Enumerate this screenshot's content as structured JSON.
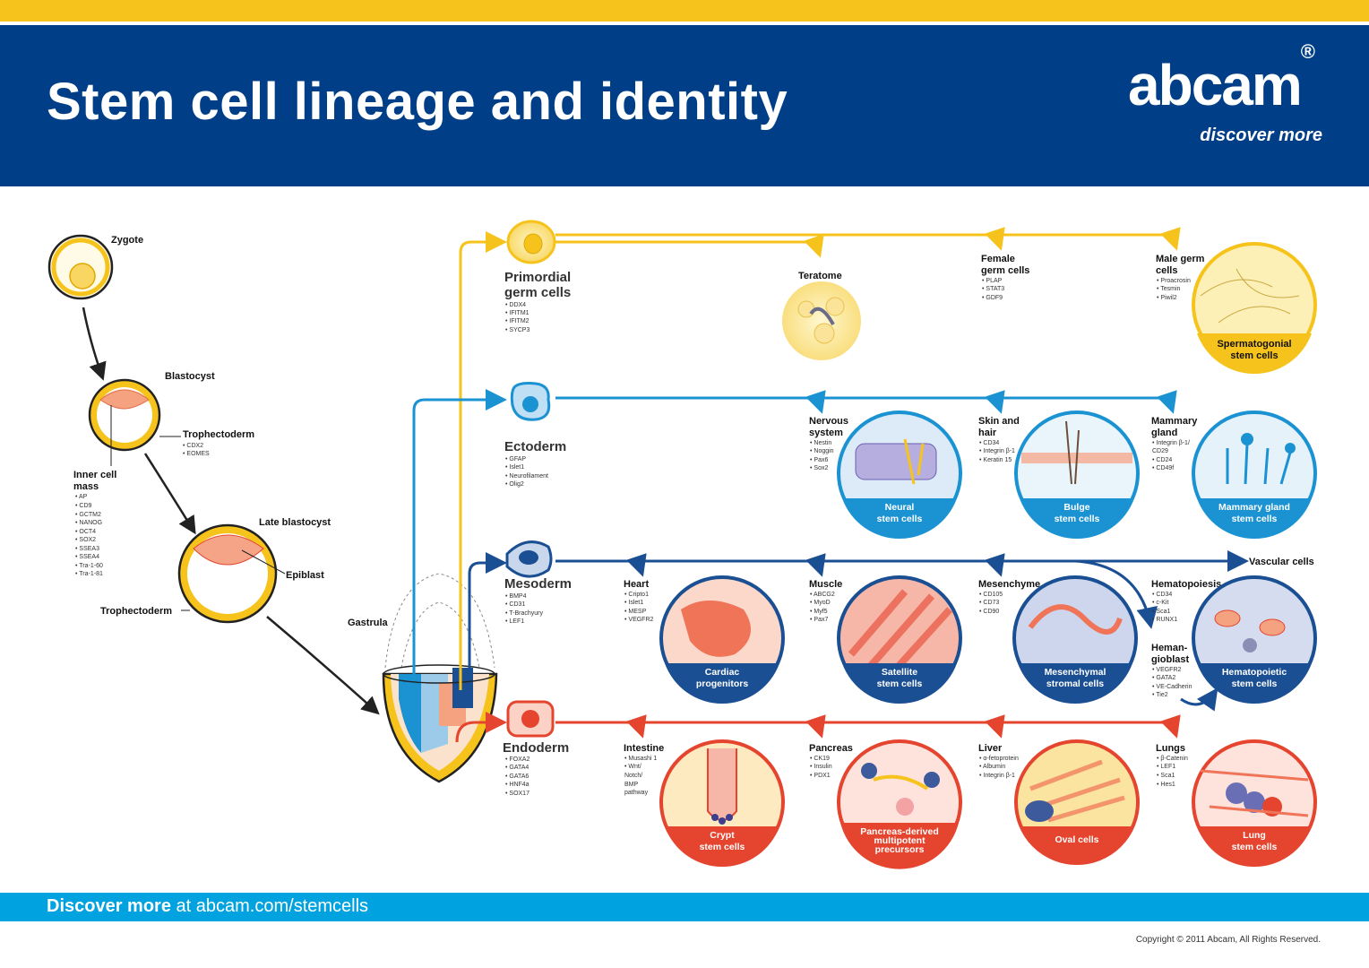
{
  "header": {
    "title": "Stem cell lineage and identity",
    "logo": "abcam",
    "logo_mark": "®",
    "tagline": "discover more"
  },
  "colors": {
    "yellow": "#f6c31c",
    "navy": "#003f87",
    "cyan": "#1b93d3",
    "deep_blue": "#1b4f93",
    "red": "#e5442e"
  },
  "left": {
    "zygote": "Zygote",
    "blastocyst": "Blastocyst",
    "trophectoderm": "Trophectoderm",
    "trophectoderm_markers": [
      "• CDX2",
      "• EOMES"
    ],
    "icm_title1": "Inner cell",
    "icm_title2": "mass",
    "icm_markers": [
      "• AP",
      "• CD9",
      "• GCTM2",
      "• NANOG",
      "• OCT4",
      "• SOX2",
      "• SSEA3",
      "• SSEA4",
      "• Tra-1-60",
      "• Tra-1-81"
    ],
    "late_blastocyst": "Late blastocyst",
    "epiblast": "Epiblast",
    "trophectoderm2": "Trophectoderm",
    "gastrula": "Gastrula"
  },
  "lineages": {
    "pgc": {
      "name1": "Primordial",
      "name2": "germ cells",
      "markers": [
        "• DDX4",
        "• IFITM1",
        "• IFITM2",
        "• SYCP3"
      ]
    },
    "ecto": {
      "name": "Ectoderm",
      "markers": [
        "• GFAP",
        "• Islet1",
        "• Neurofilament",
        "• Olig2"
      ]
    },
    "meso": {
      "name": "Mesoderm",
      "markers": [
        "• BMP4",
        "• CD31",
        "• T-Brachyury",
        "• LEF1"
      ]
    },
    "endo": {
      "name": "Endoderm",
      "markers": [
        "• FOXA2",
        "• GATA4",
        "• GATA6",
        "• HNF4a",
        "• SOX17"
      ]
    }
  },
  "germ_targets": {
    "teratome": "Teratome",
    "female1": "Female",
    "female2": "germ cells",
    "female_markers": [
      "• PLAP",
      "• STAT3",
      "• GDF9"
    ],
    "male1": "Male germ",
    "male2": "cells",
    "male_markers": [
      "• Proacrosin",
      "• Tesmin",
      "• Piwil2"
    ],
    "spermatogonial1": "Spermatogonial",
    "spermatogonial2": "stem cells"
  },
  "ecto_targets": {
    "nervous1": "Nervous",
    "nervous2": "system",
    "nervous_markers": [
      "• Nestin",
      "• Noggin",
      "• Pax6",
      "• Sox2"
    ],
    "neural1": "Neural",
    "neural2": "stem cells",
    "skin1": "Skin and",
    "skin2": "hair",
    "skin_markers": [
      "• CD34",
      "• Integrin β-1",
      "• Keratin 15"
    ],
    "bulge1": "Bulge",
    "bulge2": "stem cells",
    "mammary1": "Mammary",
    "mammary2": "gland",
    "mammary_markers": [
      "• Integrin β-1/",
      "  CD29",
      "• CD24",
      "• CD49f"
    ],
    "mammary_cells1": "Mammary gland",
    "mammary_cells2": "stem cells"
  },
  "meso_targets": {
    "vascular": "Vascular cells",
    "heart": "Heart",
    "heart_markers": [
      "• Cripto1",
      "• Islet1",
      "• MESP",
      "• VEGFR2"
    ],
    "cardiac1": "Cardiac",
    "cardiac2": "progenitors",
    "muscle": "Muscle",
    "muscle_markers": [
      "• ABCG2",
      "• MyoD",
      "• Myf5",
      "• Pax7"
    ],
    "satellite1": "Satellite",
    "satellite2": "stem cells",
    "mesenchyme": "Mesenchyme",
    "mesenchyme_markers": [
      "• CD105",
      "• CD73",
      "• CD90"
    ],
    "msc1": "Mesenchymal",
    "msc2": "stromal cells",
    "hemato": "Hematopoiesis",
    "hemato_markers": [
      "• CD34",
      "• c-Kit",
      "• Sca1",
      "• RUNX1"
    ],
    "hemangio1": "Heman-",
    "hemangio2": "gioblast",
    "hemangio_markers": [
      "• VEGFR2",
      "• GATA2",
      "• VE-Cadherin",
      "• Tie2"
    ],
    "hsc1": "Hematopoietic",
    "hsc2": "stem cells"
  },
  "endo_targets": {
    "intestine": "Intestine",
    "intestine_markers": [
      "• Musashi 1",
      "• Wnt/",
      "  Notch/",
      "  BMP",
      "  pathway"
    ],
    "crypt1": "Crypt",
    "crypt2": "stem cells",
    "pancreas": "Pancreas",
    "pancreas_markers": [
      "• CK19",
      "• Insulin",
      "• PDX1"
    ],
    "pancreas_cells1": "Pancreas-derived",
    "pancreas_cells2": "multipotent",
    "pancreas_cells3": "precursors",
    "liver": "Liver",
    "liver_markers": [
      "• α-fetoprotein",
      "• Albumin",
      "• Integrin β-1"
    ],
    "oval": "Oval cells",
    "lungs": "Lungs",
    "lungs_markers": [
      "• β-Catenin",
      "• LEF1",
      "• Sca1",
      "• Hes1"
    ],
    "lung1": "Lung",
    "lung2": "stem cells"
  },
  "footer": {
    "discover_bold": "Discover more",
    "discover_rest": " at abcam.com/stemcells",
    "copyright": "Copyright © 2011 Abcam, All Rights Reserved."
  }
}
